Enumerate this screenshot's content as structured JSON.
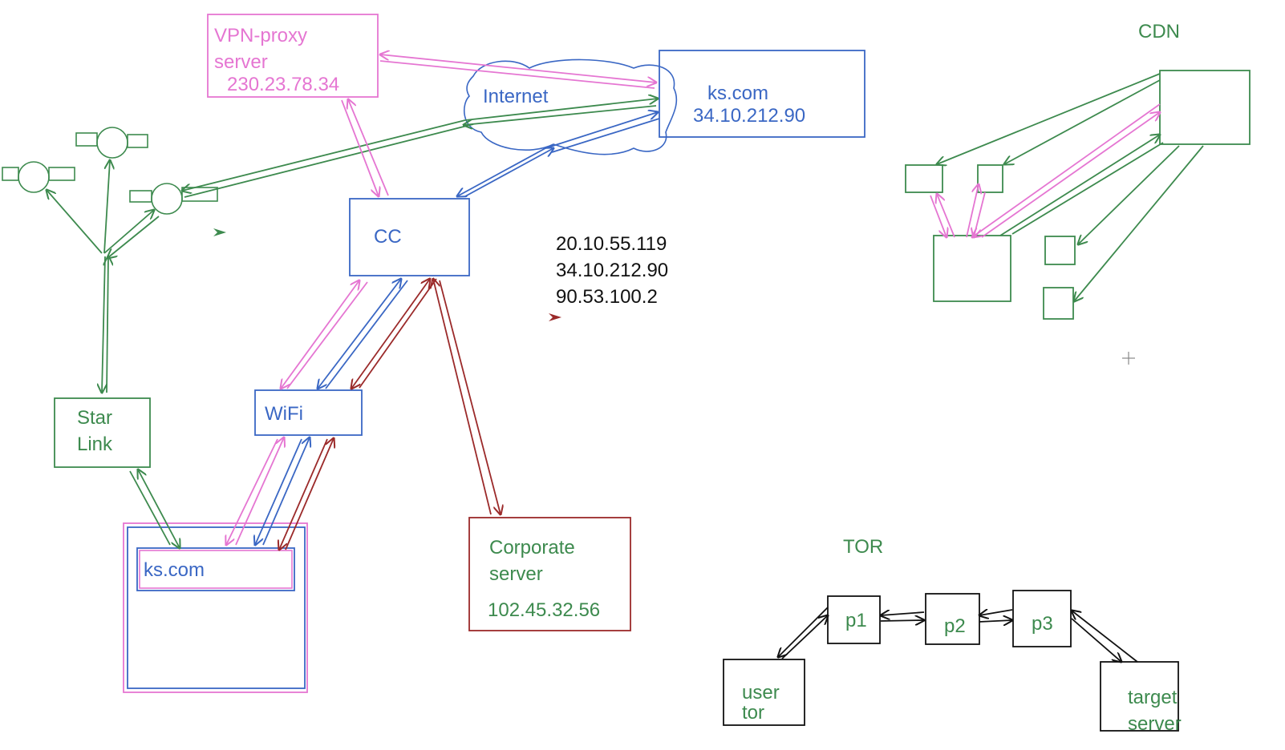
{
  "colors": {
    "green": "#3d8a4e",
    "pink": "#e576d2",
    "blue": "#3a67c4",
    "red": "#9b2a2a",
    "black": "#111111"
  },
  "labels": {
    "vpn_line1": "VPN-proxy",
    "vpn_line2": "server",
    "vpn_ip": "230.23.78.34",
    "internet": "Internet",
    "kscom_server_name": "ks.com",
    "kscom_server_ip": "34.10.212.90",
    "cc": "CC",
    "ip_list": [
      "20.10.55.119",
      "34.10.212.90",
      "90.53.100.2"
    ],
    "starlink_line1": "Star",
    "starlink_line2": "Link",
    "wifi": "WiFi",
    "browser_url": "ks.com",
    "corporate_line1": "Corporate",
    "corporate_line2": "server",
    "corporate_ip": "102.45.32.56",
    "cdn": "CDN",
    "tor": "TOR",
    "p1": "p1",
    "p2": "p2",
    "p3": "p3",
    "user_line1": "user",
    "user_line2": "tor",
    "target_line1": "target",
    "target_line2": "server"
  }
}
